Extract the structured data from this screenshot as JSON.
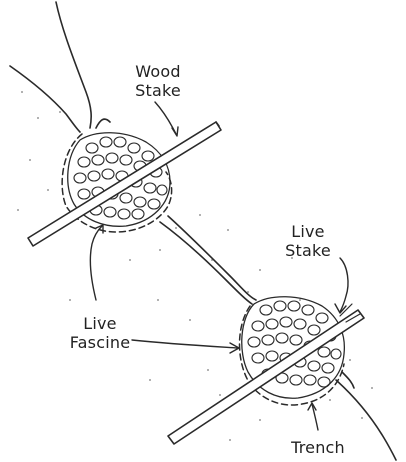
{
  "labels": {
    "wood_stake": {
      "line1": "Wood",
      "line2": "Stake"
    },
    "live_stake": {
      "line1": "Live",
      "line2": "Stake"
    },
    "live_fascine": {
      "line1": "Live",
      "line2": "Fascine"
    },
    "trench": "Trench"
  },
  "colors": {
    "ink": "#2a2a2a",
    "background": "#ffffff",
    "speckle": "#9a9a9a"
  }
}
